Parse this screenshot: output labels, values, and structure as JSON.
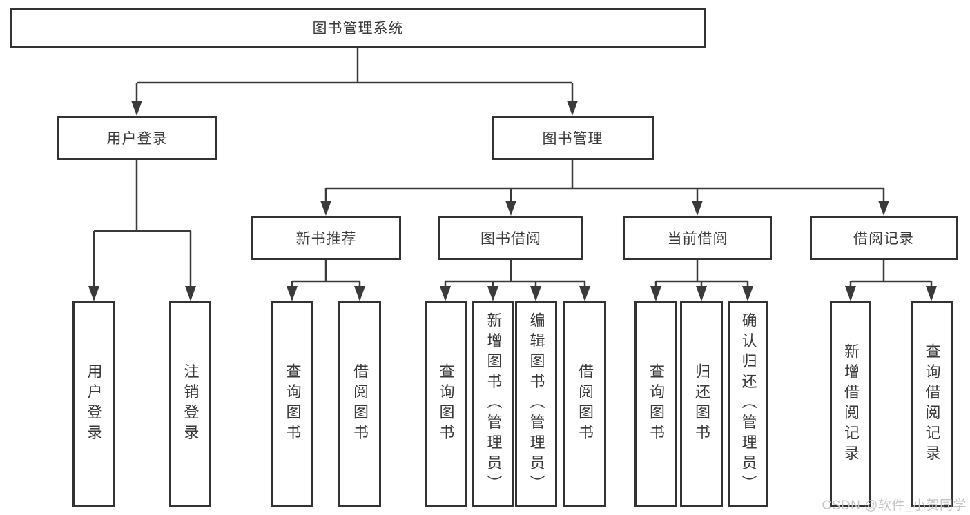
{
  "tree": {
    "root": {
      "label": "图书管理系统"
    },
    "branches": [
      {
        "label": "用户登录",
        "children": [
          {
            "label": "用户登录"
          },
          {
            "label": "注销登录"
          }
        ]
      },
      {
        "label": "图书管理",
        "children": [
          {
            "label": "新书推荐",
            "children": [
              {
                "label": "查询图书"
              },
              {
                "label": "借阅图书"
              }
            ]
          },
          {
            "label": "图书借阅",
            "children": [
              {
                "label": "查询图书"
              },
              {
                "label": "新增图书（管理员）"
              },
              {
                "label": "编辑图书（管理员）"
              },
              {
                "label": "借阅图书"
              }
            ]
          },
          {
            "label": "当前借阅",
            "children": [
              {
                "label": "查询图书"
              },
              {
                "label": "归还图书"
              },
              {
                "label": "确认归还（管理员）"
              }
            ]
          },
          {
            "label": "借阅记录",
            "children": [
              {
                "label": "新增借阅记录"
              },
              {
                "label": "查询借阅记录"
              }
            ]
          }
        ]
      }
    ]
  },
  "watermark": "CSDN @软件_小贺同学",
  "colors": {
    "line": "#3a3a3a",
    "box_border": "#333333",
    "text": "#3a3a3a",
    "background": "#ffffff",
    "watermark": "#c4c4c4"
  }
}
